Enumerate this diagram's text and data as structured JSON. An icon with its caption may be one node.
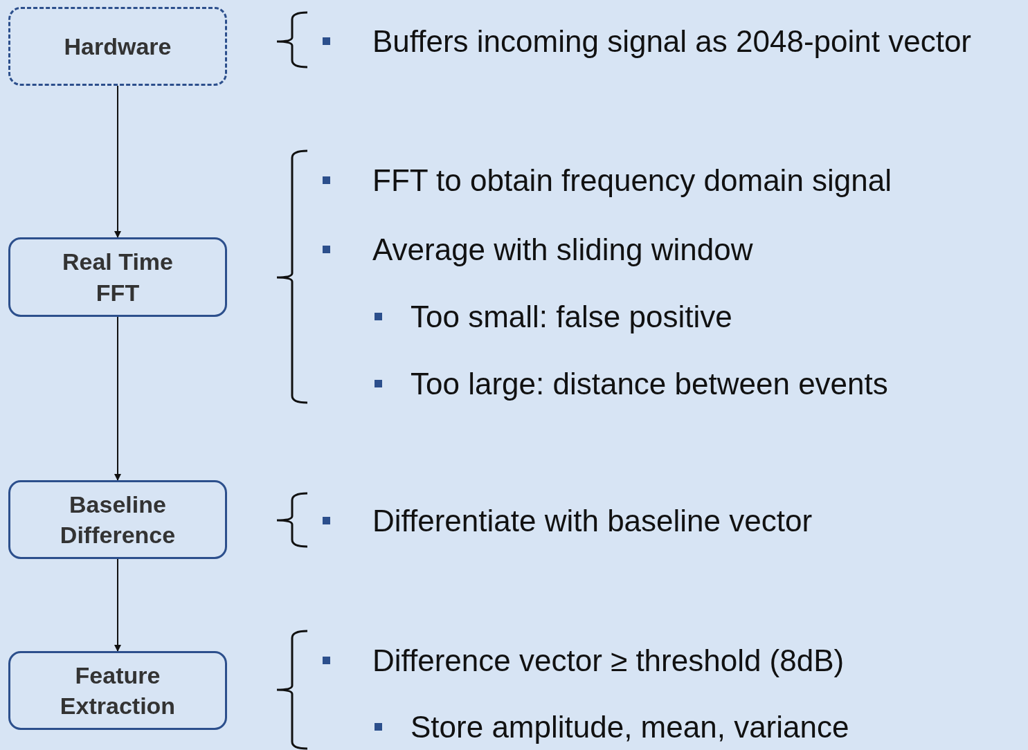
{
  "diagram": {
    "nodes": [
      {
        "text": [
          "Hardware"
        ]
      },
      {
        "text": [
          "Real Time FFT"
        ]
      },
      {
        "text": [
          "Baseline Difference"
        ]
      },
      {
        "text": [
          "Feature Extraction"
        ]
      }
    ],
    "edges": [
      {
        "from": 0,
        "to": 1,
        "arrow": "to"
      },
      {
        "from": 1,
        "to": 2,
        "arrow": "to"
      },
      {
        "from": 2,
        "to": 3,
        "arrow": "to"
      }
    ],
    "labels": [
      "Buffers incoming signal as 2048-point vector",
      "FFT to obtain frequency domain signal",
      "Average with sliding window",
      "Too small: false positive",
      "Too large: distance between events",
      "Differentiate with baseline vector",
      "Difference vector ≥ threshold (8dB)",
      "Store amplitude, mean, variance"
    ]
  }
}
